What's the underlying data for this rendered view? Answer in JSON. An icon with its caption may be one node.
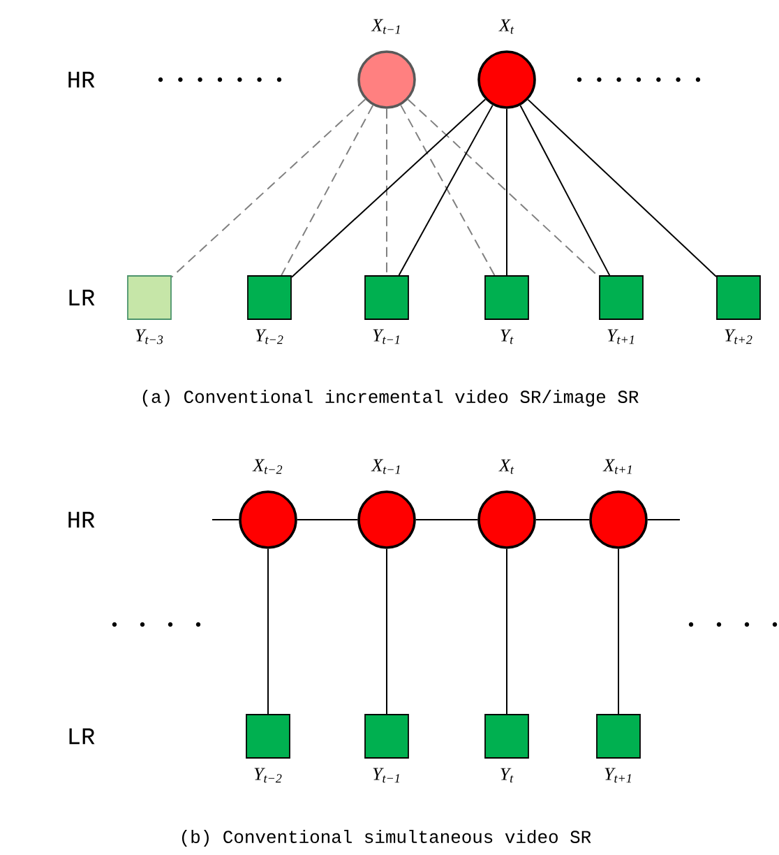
{
  "diagram": {
    "nodes": [
      {
        "text": [
          "X$_{t−1}$"
        ]
      },
      {
        "text": [
          "X$_{t}$"
        ]
      },
      {
        "text": [
          "Y$_{t−3}$"
        ]
      },
      {
        "text": [
          "Y$_{t−2}$"
        ]
      },
      {
        "text": [
          "Y$_{t−1}$"
        ]
      },
      {
        "text": [
          "Y$_{t}$"
        ]
      },
      {
        "text": [
          "Y$_{t+1}$"
        ]
      },
      {
        "text": [
          "Y$_{t+2}$"
        ]
      },
      {
        "text": [
          "X$_{t−2}$"
        ]
      },
      {
        "text": [
          "X$_{t−1}$"
        ]
      },
      {
        "text": [
          "X$_{t}$"
        ]
      },
      {
        "text": [
          "X$_{t+1}$"
        ]
      },
      {
        "text": [
          "Y$_{t−2}$"
        ]
      },
      {
        "text": [
          "Y$_{t−1}$"
        ]
      },
      {
        "text": [
          "Y$_{t}$"
        ]
      },
      {
        "text": [
          "Y$_{t+1}$"
        ]
      }
    ],
    "edges": [
      {
        "from": 0,
        "to": 2,
        "arrow": "none",
        "style": "dashed",
        "color": "#808080"
      },
      {
        "from": 0,
        "to": 3,
        "arrow": "none",
        "style": "dashed",
        "color": "#808080"
      },
      {
        "from": 0,
        "to": 4,
        "arrow": "none",
        "style": "dashed",
        "color": "#808080"
      },
      {
        "from": 0,
        "to": 5,
        "arrow": "none",
        "style": "dashed",
        "color": "#808080"
      },
      {
        "from": 0,
        "to": 6,
        "arrow": "none",
        "style": "dashed",
        "color": "#808080"
      },
      {
        "from": 1,
        "to": 3,
        "arrow": "none"
      },
      {
        "from": 1,
        "to": 4,
        "arrow": "none"
      },
      {
        "from": 1,
        "to": 5,
        "arrow": "none"
      },
      {
        "from": 1,
        "to": 6,
        "arrow": "none"
      },
      {
        "from": 1,
        "to": 7,
        "arrow": "none"
      },
      {
        "from": null,
        "to": 8,
        "arrow": "none"
      },
      {
        "from": 8,
        "to": 9,
        "arrow": "none"
      },
      {
        "from": 9,
        "to": 10,
        "arrow": "none"
      },
      {
        "from": 10,
        "to": 11,
        "arrow": "none"
      },
      {
        "from": 11,
        "to": null,
        "arrow": "none"
      },
      {
        "from": 8,
        "to": 12,
        "arrow": "none"
      },
      {
        "from": 9,
        "to": 13,
        "arrow": "none"
      },
      {
        "from": 10,
        "to": 14,
        "arrow": "none"
      },
      {
        "from": 11,
        "to": 15,
        "arrow": "none"
      }
    ],
    "labels": [
      "HR",
      "LR",
      "(a) Conventional incremental video SR/image SR",
      "HR",
      "LR",
      "(b) Conventional simultaneous video SR"
    ]
  }
}
